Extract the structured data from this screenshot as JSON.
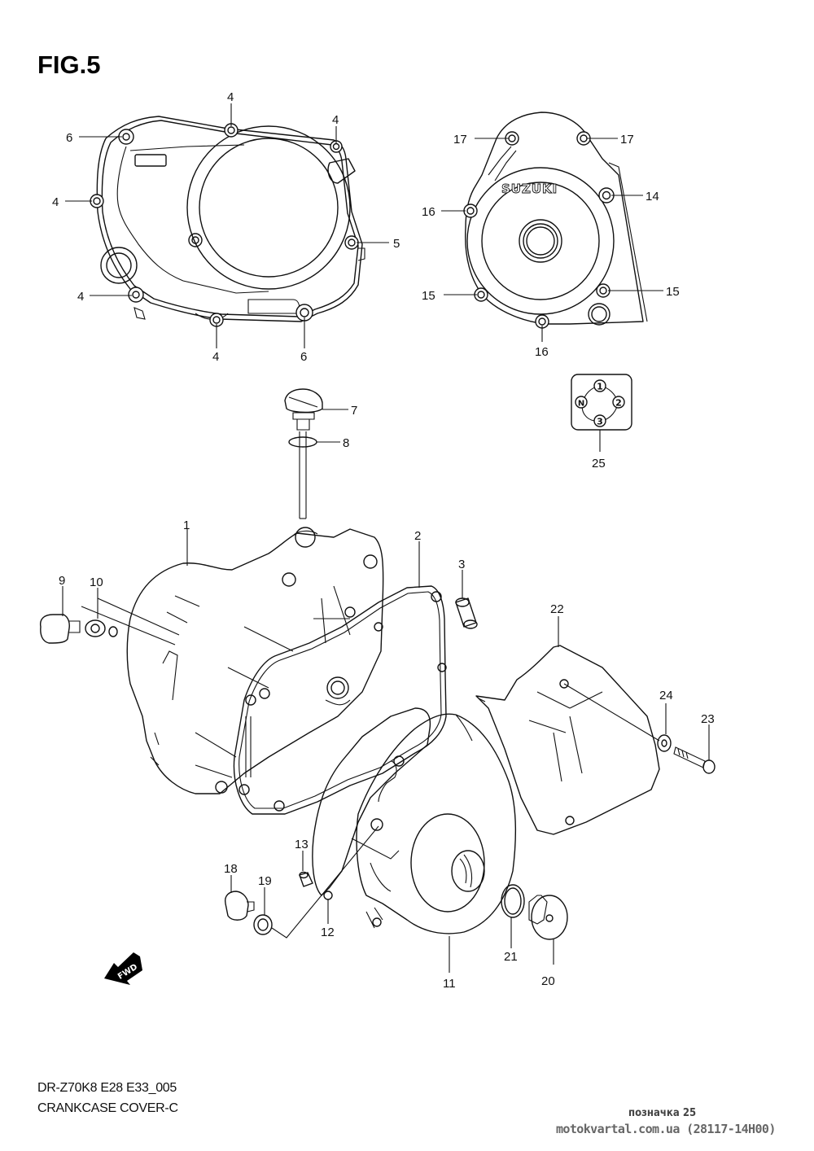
{
  "figure": {
    "title": "FIG.5",
    "model_code": "DR-Z70K8 E28 E33_005",
    "caption": "CRANKCASE COVER-C"
  },
  "footer": {
    "reference": "позначка 25",
    "watermark": "motokvartal.com.ua (28117-14H00)"
  },
  "callouts": {
    "clutch_cover": [
      "6",
      "4",
      "4",
      "4",
      "5",
      "4",
      "4",
      "6"
    ],
    "magneto_cover": [
      "17",
      "17",
      "16",
      "14",
      "15",
      "15",
      "16"
    ],
    "exploded": [
      "1",
      "2",
      "3",
      "7",
      "8",
      "9",
      "10",
      "11",
      "12",
      "13",
      "18",
      "19",
      "20",
      "21",
      "22",
      "23",
      "24",
      "25"
    ]
  },
  "gear_indicator": {
    "positions": [
      "1",
      "N",
      "2",
      "3"
    ],
    "part_number": "25"
  },
  "logo_text": "SUZUKI",
  "fwd_label": "FWD"
}
